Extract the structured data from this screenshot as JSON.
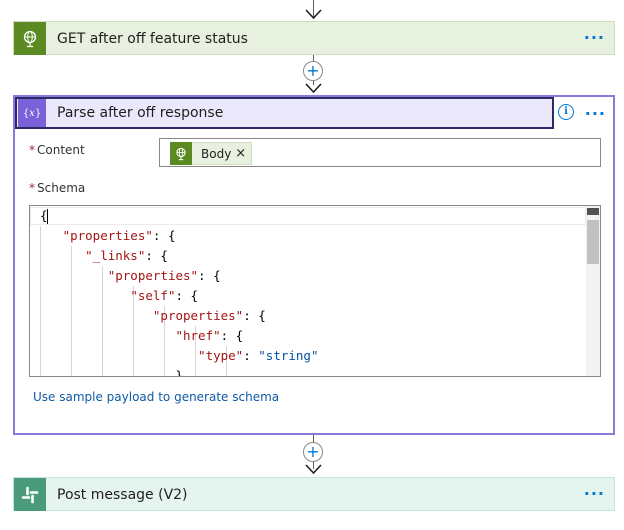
{
  "flow": {
    "top_action": {
      "title": "GET after off feature status",
      "icon": "globe-icon",
      "more": "···"
    },
    "insert_step": "+",
    "parse_action": {
      "title": "Parse after off response",
      "icon": "braces-variable-icon",
      "icon_glyph": "{𝑥}",
      "info_glyph": "i",
      "more": "···",
      "content": {
        "required_mark": "*",
        "label": "Content",
        "token_label": "Body",
        "token_remove": "×"
      },
      "schema": {
        "required_mark": "*",
        "label": "Schema",
        "lines": [
          {
            "indent": "",
            "key": "",
            "rest": "{"
          },
          {
            "indent": "    ",
            "key": "\"properties\"",
            "rest": ": {"
          },
          {
            "indent": "        ",
            "key": "\"_links\"",
            "rest": ": {"
          },
          {
            "indent": "            ",
            "key": "\"properties\"",
            "rest": ": {"
          },
          {
            "indent": "                ",
            "key": "\"self\"",
            "rest": ": {"
          },
          {
            "indent": "                    ",
            "key": "\"properties\"",
            "rest": ": {"
          },
          {
            "indent": "                        ",
            "key": "\"href\"",
            "rest": ": {"
          },
          {
            "indent": "                            ",
            "key": "\"type\"",
            "rest": ": ",
            "value": "\"string\""
          },
          {
            "indent": "                        ",
            "key": "",
            "rest": "}"
          }
        ]
      },
      "sample_link": "Use sample payload to generate schema"
    },
    "bottom_action": {
      "title": "Post message (V2)",
      "icon": "slack-icon",
      "more": "···"
    }
  },
  "colors": {
    "accent_link": "#0078d4",
    "http_green": "#5b8a22",
    "parse_purple": "#7b61d9",
    "slack_teal": "#4a9a7c",
    "json_key": "#a31515",
    "json_string": "#0451a5"
  }
}
